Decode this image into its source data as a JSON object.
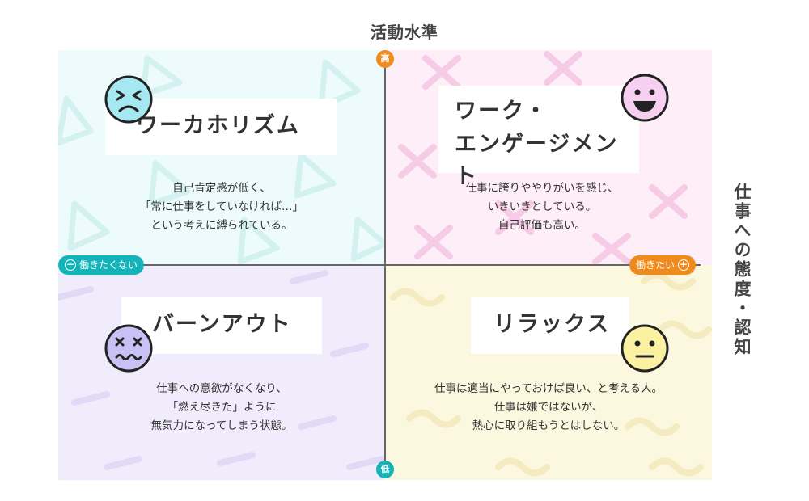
{
  "axes": {
    "vertical_title": "活動水準",
    "horizontal_title": "仕事への態度・認知",
    "top_label": "高",
    "bottom_label": "低",
    "left_label": "働きたくない",
    "left_mark": "−",
    "right_label": "働きたい",
    "right_mark": "+"
  },
  "quadrants": {
    "top_left": {
      "title": "ワーカホリズム",
      "desc": [
        "自己肯定感が低く、",
        "「常に仕事をしていなければ…」",
        "という考えに縛られている。"
      ]
    },
    "top_right": {
      "title_line1": "ワーク・",
      "title_line2": "エンゲージメント",
      "desc": [
        "仕事に誇りややりがいを感じ、",
        "いきいきとしている。",
        "自己評価も高い。"
      ]
    },
    "bottom_left": {
      "title": "バーンアウト",
      "desc": [
        "仕事への意欲がなくなり、",
        "「燃え尽きた」ように",
        "無気力になってしまう状態。"
      ]
    },
    "bottom_right": {
      "title": "リラックス",
      "desc": [
        "仕事は適当にやっておけば良い、と考える人。",
        "仕事は嫌ではないが、",
        "熱心に取り組もうとはしない。"
      ]
    }
  },
  "colors": {
    "teal": "#14b3b8",
    "orange": "#f08a1c",
    "cyan_face": "#a6e8f2",
    "pink_face": "#f7cff0",
    "purple_face": "#c8c2f4",
    "yellow_face": "#fbf1a2"
  },
  "icons": {
    "top_left": "stressed-face-icon",
    "top_right": "smiling-face-icon",
    "bottom_left": "dizzy-face-icon",
    "bottom_right": "neutral-face-icon"
  }
}
